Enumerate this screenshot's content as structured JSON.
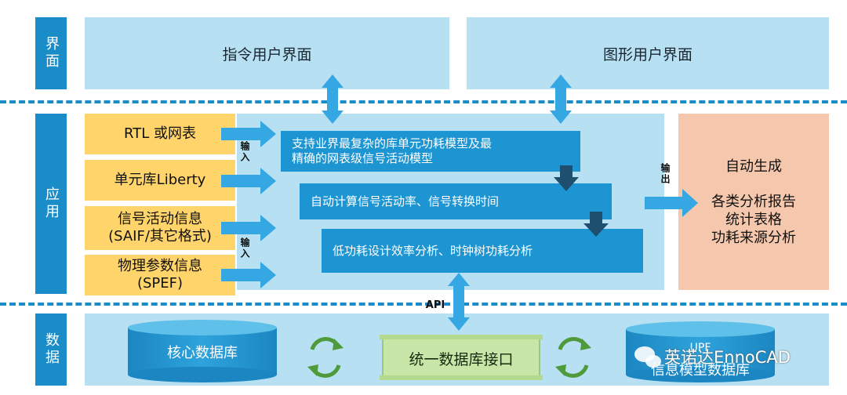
{
  "layers": {
    "interface": "界面",
    "application": "应用",
    "data": "数据"
  },
  "interface": {
    "cli": "指令用户界面",
    "gui": "图形用户界面"
  },
  "inputs": {
    "items": [
      "RTL 或网表",
      "单元库Liberty",
      "信号活动信息\n(SAIF/其它格式)",
      "物理参数信息\n(SPEF)"
    ],
    "label_top": "输入",
    "label_bottom": "输入"
  },
  "functions": {
    "f1": "支持业界最复杂的库单元功耗模型及最\n精确的网表级信号活动模型",
    "f2": "自动计算信号活动率、信号转换时间",
    "f3": "低功耗设计效率分析、时钟树功耗分析"
  },
  "output": {
    "label": "输出",
    "title": "自动生成",
    "lines": [
      "各类分析报告",
      "统计表格",
      "功耗来源分析"
    ]
  },
  "api": "API",
  "data_layer": {
    "core_db": "核心数据库",
    "unified_api": "统一数据库接口",
    "upf_db_top": "UPF",
    "upf_db_bottom": "信息模型数据库"
  },
  "watermark": "英诺达EnnoCAD",
  "colors": {
    "layer_blue": "#1a8cc8",
    "pale_blue": "#b7e1f2",
    "input_yellow": "#ffd46a",
    "output_peach": "#f5c8ad",
    "arrow_blue": "#3aa4dd",
    "sync_green": "#4f9a3a"
  }
}
